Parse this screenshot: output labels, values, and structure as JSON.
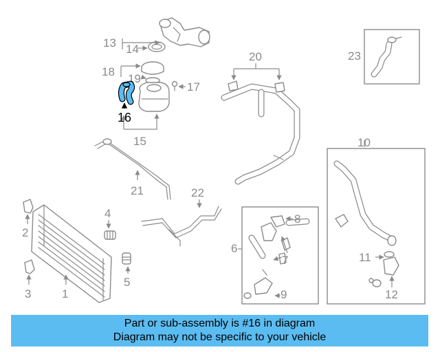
{
  "highlight_color": "#5bbcf1",
  "highlighted_part": "16",
  "callouts": {
    "c1": "1",
    "c2": "2",
    "c3": "3",
    "c4": "4",
    "c5": "5",
    "c6": "6",
    "c7": "7",
    "c7b": "7",
    "c8": "8",
    "c9": "9",
    "c10": "10",
    "c11": "11",
    "c12": "12",
    "c13": "13",
    "c14": "14",
    "c15": "15",
    "c16": "16",
    "c17": "17",
    "c18": "18",
    "c19": "19",
    "c20": "20",
    "c21": "21",
    "c22": "22",
    "c23": "23"
  },
  "caption": {
    "line1": "Part or sub-assembly is #16 in diagram",
    "line2": "Diagram may not be specific to your vehicle"
  }
}
